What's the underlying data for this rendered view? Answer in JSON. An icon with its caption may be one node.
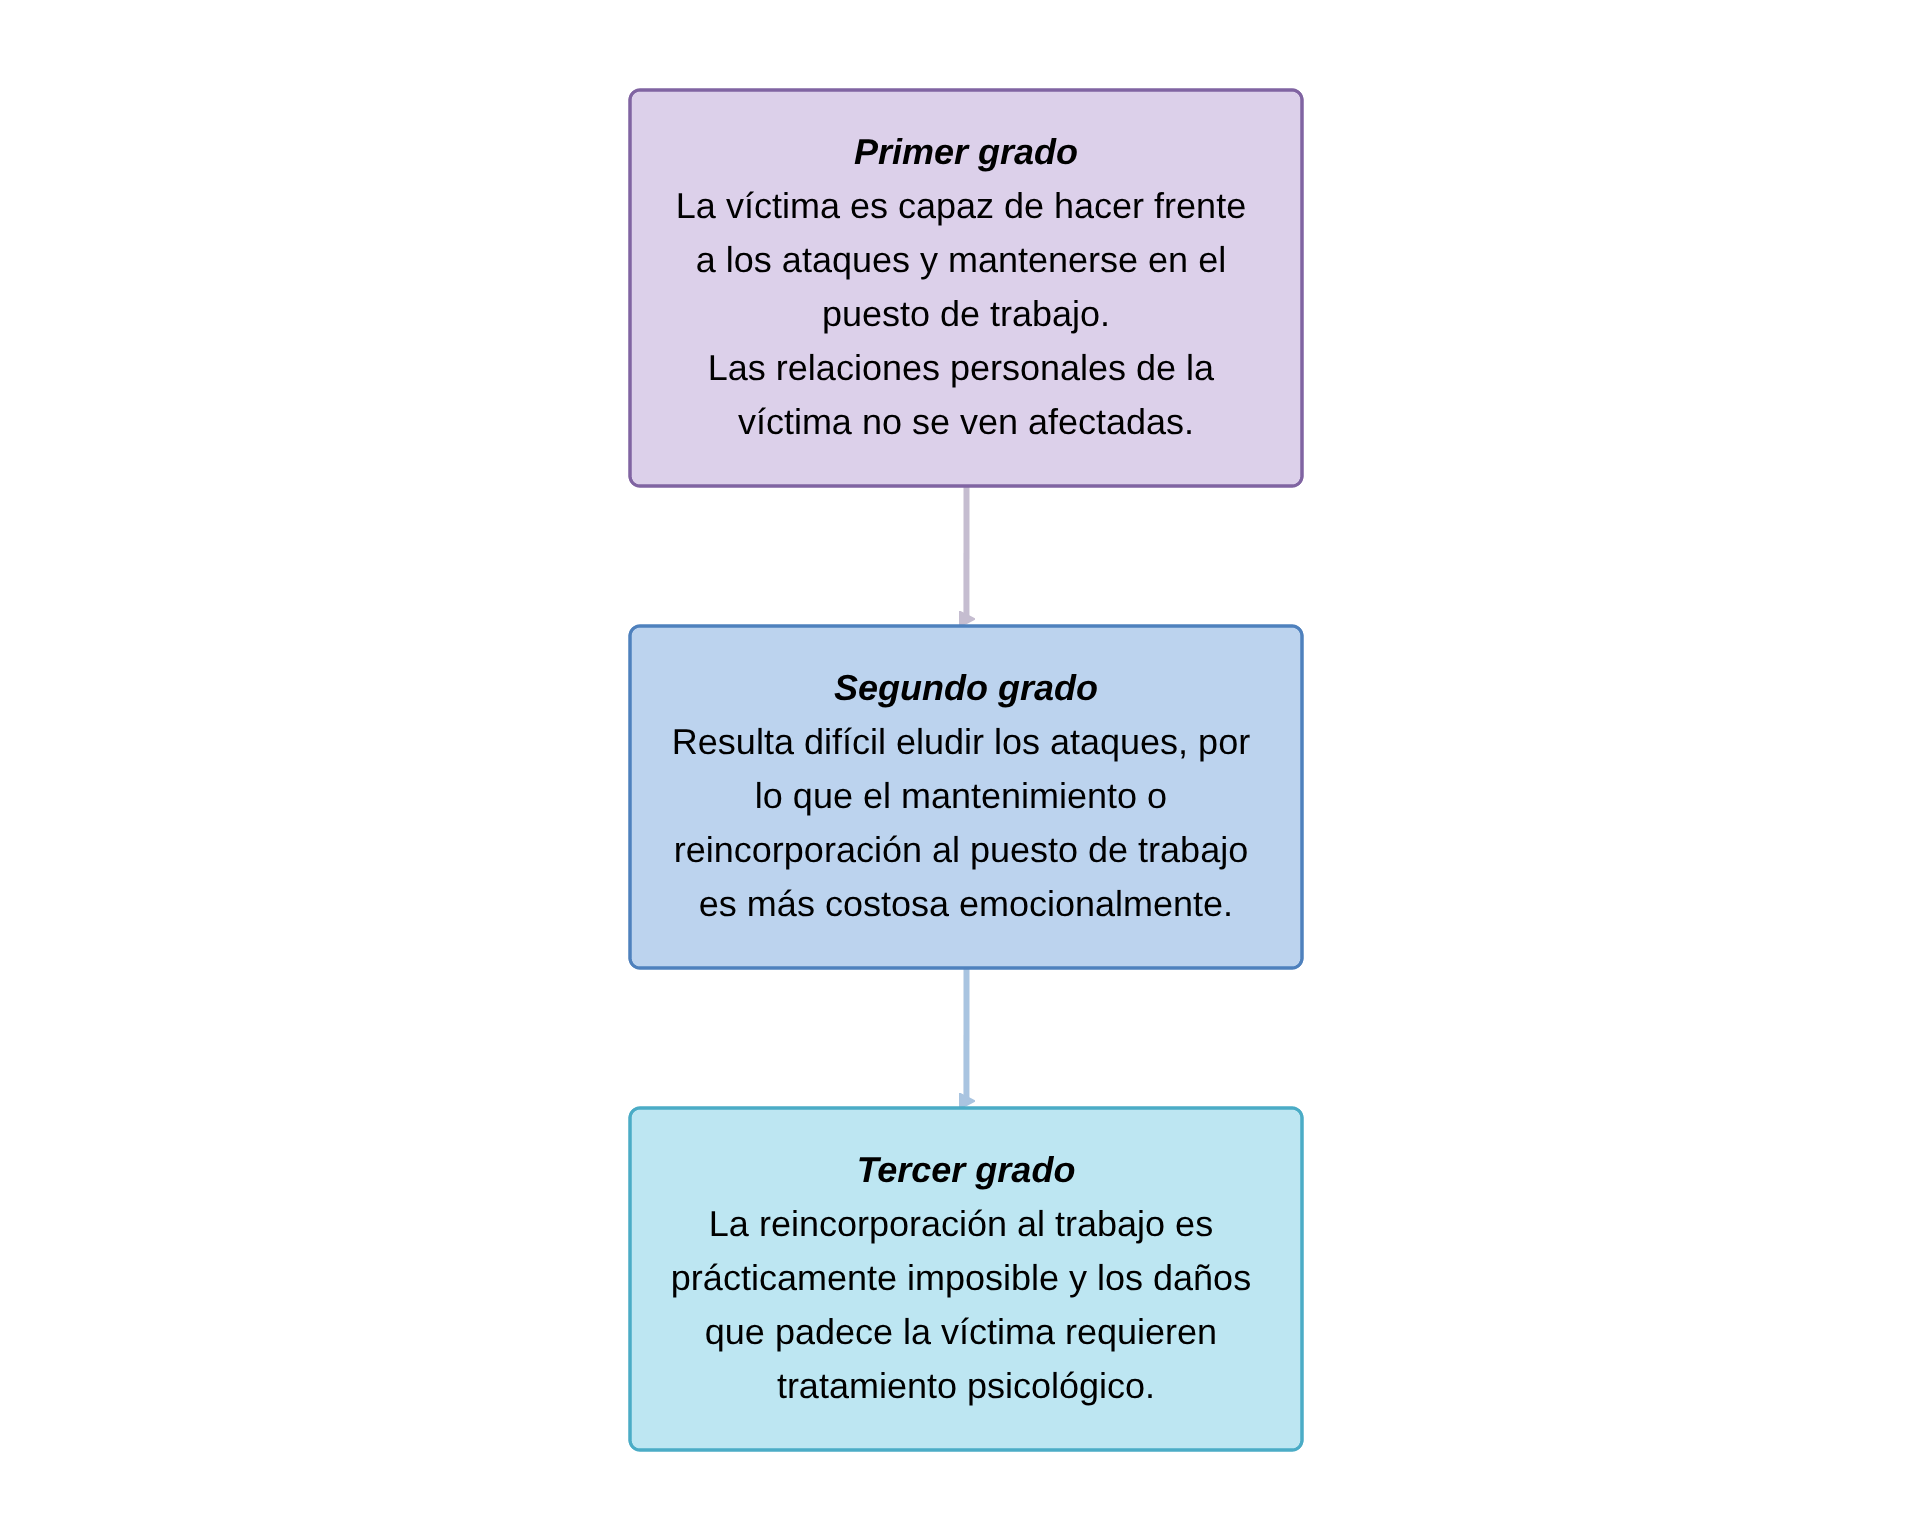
{
  "diagram": {
    "nodes": [
      {
        "text": [
          "Primer grado",
          "La víctima es capaz de hacer frente a los ataques y mantenerse en el puesto de trabajo.",
          "Las relaciones personales de la víctima no se ven afectadas."
        ]
      },
      {
        "text": [
          "Segundo grado",
          "Resulta difícil eludir los ataques, por lo que el mantenimiento o reincorporación al puesto de trabajo es más costosa emocionalmente."
        ]
      },
      {
        "text": [
          "Tercer grado",
          "La reincorporación al trabajo es prácticamente imposible y los daños que padece la víctima requieren tratamiento psicológico."
        ]
      }
    ],
    "edges": [
      {
        "from": 0,
        "to": 1,
        "arrow": "to",
        "color": "#c5bdd0"
      },
      {
        "from": 1,
        "to": 2,
        "arrow": "to",
        "color": "#a9c4e0"
      }
    ]
  }
}
